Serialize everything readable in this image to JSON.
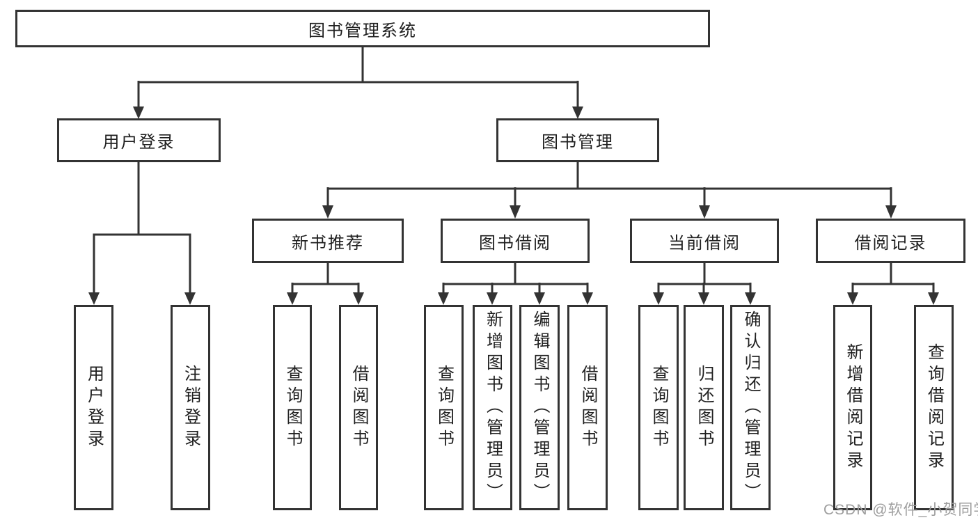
{
  "tree": {
    "label": "图书管理系统",
    "children": [
      {
        "label": "用户登录",
        "children": [
          {
            "label": "用户登录"
          },
          {
            "label": "注销登录"
          }
        ]
      },
      {
        "label": "图书管理",
        "children": [
          {
            "label": "新书推荐",
            "children": [
              {
                "label": "查询图书"
              },
              {
                "label": "借阅图书"
              }
            ]
          },
          {
            "label": "图书借阅",
            "children": [
              {
                "label": "查询图书"
              },
              {
                "label": "新增图书（管理员）"
              },
              {
                "label": "编辑图书（管理员）"
              },
              {
                "label": "借阅图书"
              }
            ]
          },
          {
            "label": "当前借阅",
            "children": [
              {
                "label": "查询图书"
              },
              {
                "label": "归还图书"
              },
              {
                "label": "确认归还（管理员）"
              }
            ]
          },
          {
            "label": "借阅记录",
            "children": [
              {
                "label": "新增借阅记录"
              },
              {
                "label": "查询借阅记录"
              }
            ]
          }
        ]
      }
    ]
  },
  "watermark": {
    "text": "CSDN @软件_小贺同学"
  },
  "colors": {
    "line": "#333333",
    "text": "#1f1f1f",
    "watermark": "#9e9e9e",
    "background": "#ffffff"
  }
}
